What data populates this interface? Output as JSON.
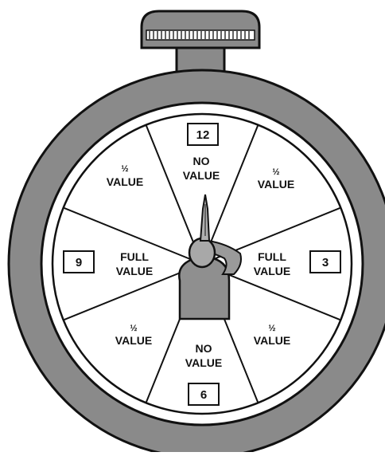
{
  "diagram": {
    "hour_markers": [
      {
        "id": "12",
        "label": "12"
      },
      {
        "id": "3",
        "label": "3"
      },
      {
        "id": "6",
        "label": "6"
      },
      {
        "id": "9",
        "label": "9"
      }
    ],
    "segments": {
      "top": {
        "line1": "NO",
        "line2": "VALUE"
      },
      "upper_right": {
        "frac": "½",
        "line2": "VALUE"
      },
      "right": {
        "line1": "FULL",
        "line2": "VALUE"
      },
      "lower_right": {
        "frac": "½",
        "line2": "VALUE"
      },
      "bottom": {
        "line1": "NO",
        "line2": "VALUE"
      },
      "lower_left": {
        "frac": "½",
        "line2": "VALUE"
      },
      "left": {
        "line1": "FULL",
        "line2": "VALUE"
      },
      "upper_left": {
        "frac": "½",
        "line2": "VALUE"
      }
    }
  }
}
